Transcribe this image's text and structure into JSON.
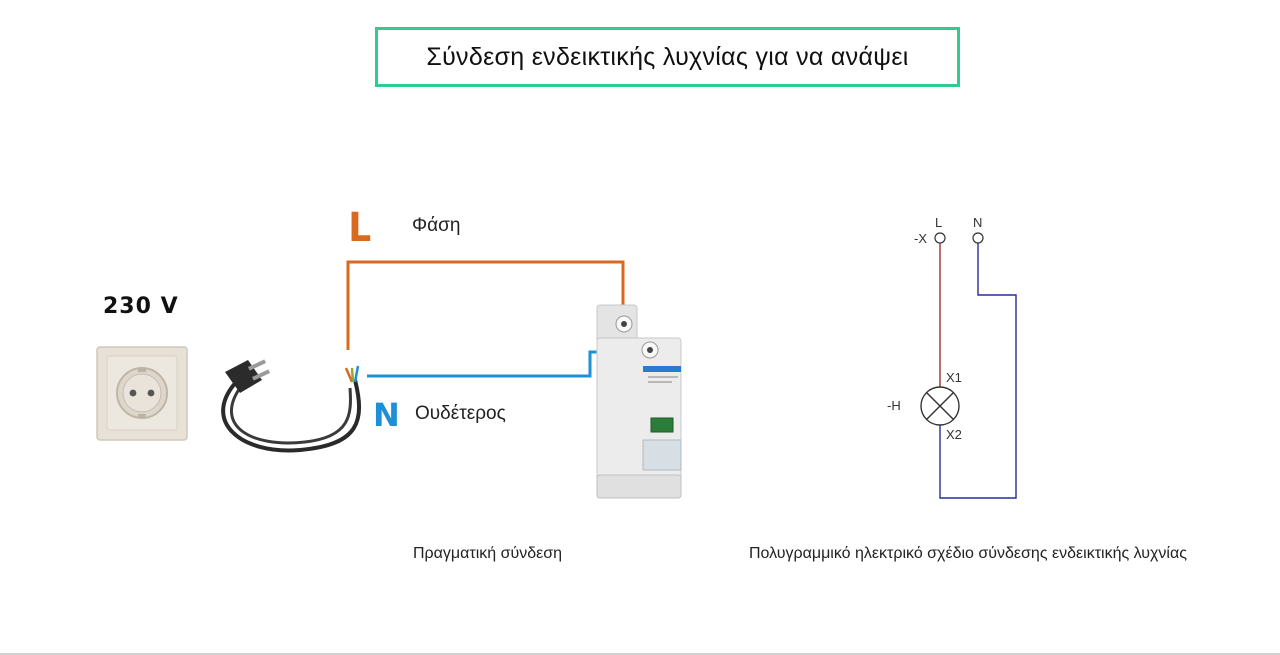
{
  "title": "Σύνδεση ενδεικτικής λυχνίας για να ανάψει",
  "voltage_label": "230 V",
  "wiring": {
    "phase_letter": "L",
    "phase_label": "Φάση",
    "neutral_letter": "N",
    "neutral_label": "Ουδέτερος",
    "phase_color": "#d8691f",
    "neutral_color": "#1f8fd8"
  },
  "schematic": {
    "terminal_L": "L",
    "terminal_N": "N",
    "terminal_designation": "-X",
    "lamp_designation": "-H",
    "lamp_terminal_1": "X1",
    "lamp_terminal_2": "X2",
    "phase_wire_color": "#a0302a",
    "neutral_wire_color": "#2a2aa0"
  },
  "captions": {
    "real_connection": "Πραγματική σύνδεση",
    "schematic": "Πολυγραμμικό ηλεκτρικό σχέδιο σύνδεσης ενδεικτικής λυχνίας"
  },
  "colors": {
    "title_border": "#2ecc8f"
  }
}
